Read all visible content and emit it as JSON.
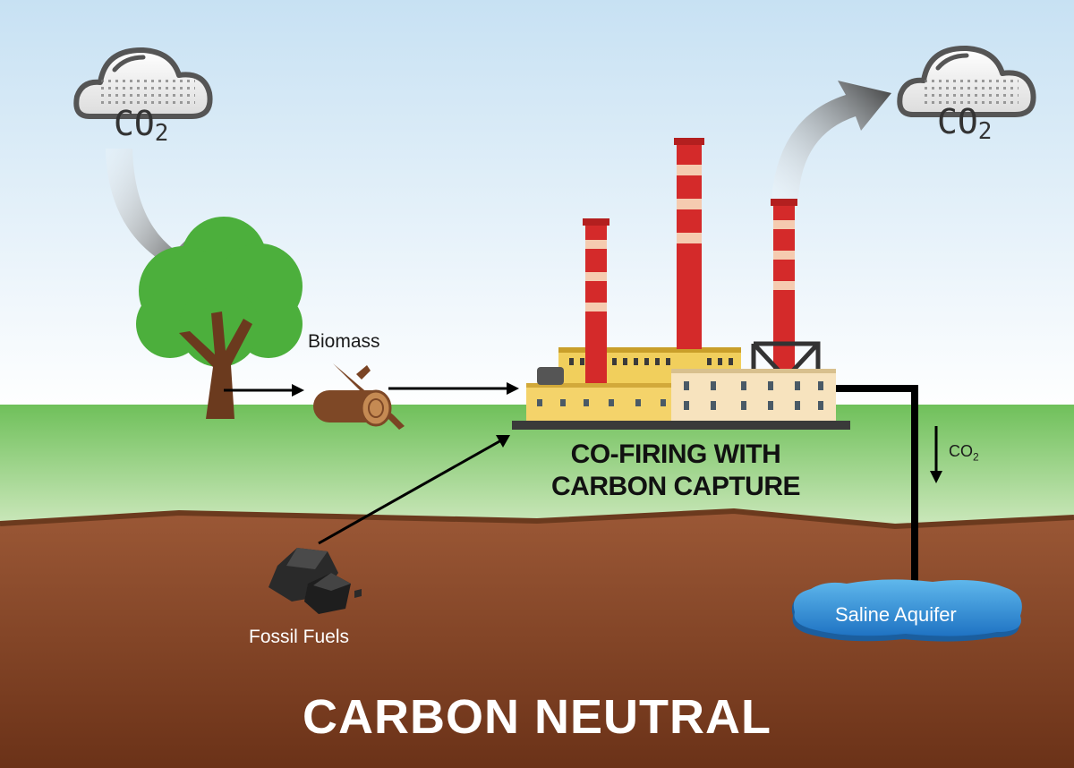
{
  "labels": {
    "biomass": "Biomass",
    "plant_line1": "CO-FIRING WITH",
    "plant_line2": "CARBON CAPTURE",
    "fossil_fuels": "Fossil Fuels",
    "saline_aquifer": "Saline Aquifer",
    "co2_base": "CO",
    "co2_sub": "2",
    "title": "CARBON NEUTRAL"
  },
  "colors": {
    "sky_top": "#c9e2f2",
    "sky_bottom": "#ffffff",
    "grass": "#7cc75e",
    "soil": "#8a4a2a",
    "stack_red": "#d42a2a",
    "building_yellow": "#f4d36a",
    "aquifer_blue": "#2d8fd8",
    "tree_green": "#4caf3c"
  },
  "icons": [
    "co2-cloud-icon",
    "tree-icon",
    "log-icon",
    "coal-icon",
    "factory-icon",
    "aquifer-icon"
  ]
}
